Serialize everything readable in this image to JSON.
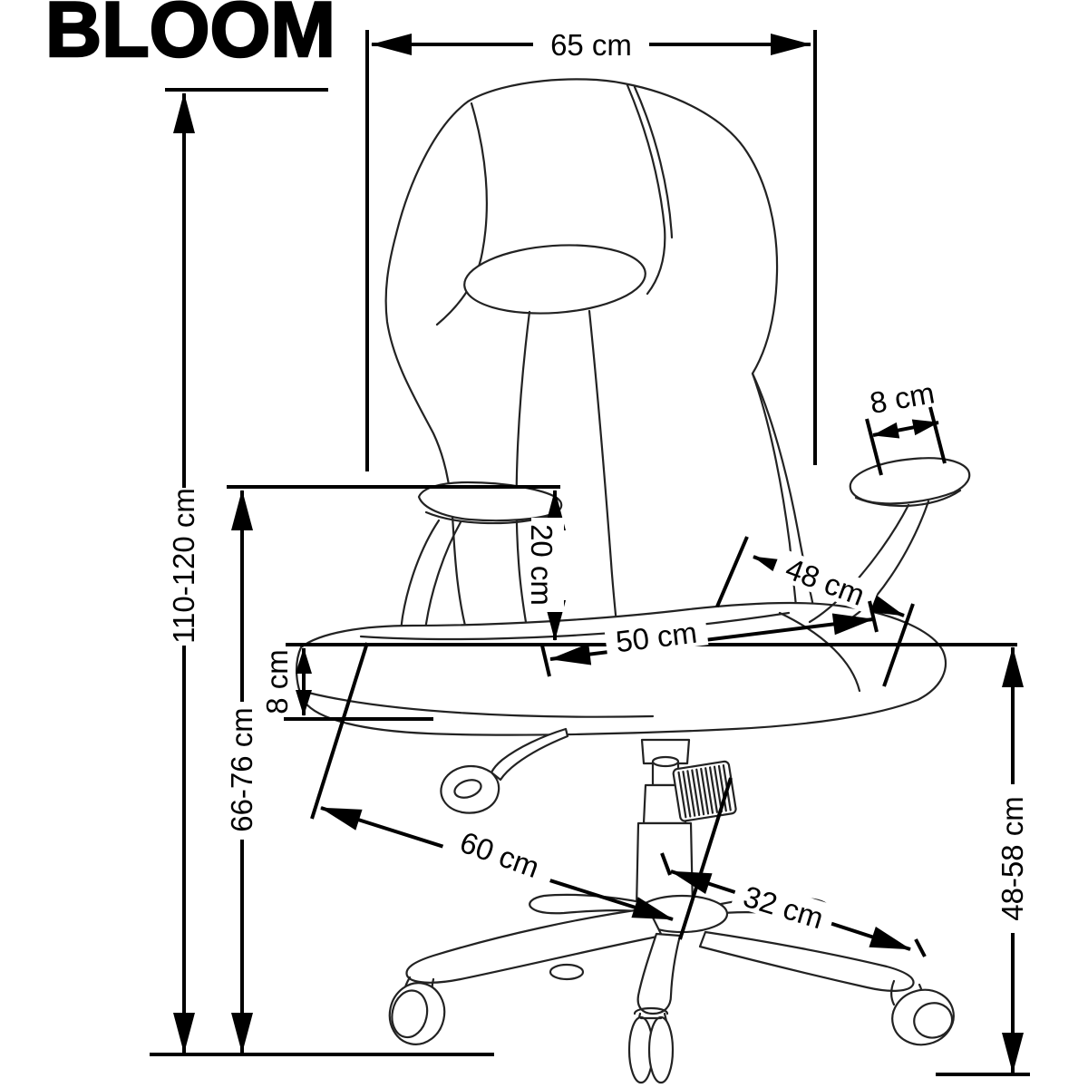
{
  "product": {
    "name": "BLOOM"
  },
  "dims": {
    "top_width": {
      "label": "65 cm"
    },
    "total_height": {
      "label": "110-120 cm"
    },
    "backrest_height": {
      "label": "66-76 cm"
    },
    "armrest_above_seat": {
      "label": "20 cm"
    },
    "seat_thickness": {
      "label": "8 cm"
    },
    "armrest_pad_width": {
      "label": "8 cm"
    },
    "backrest_lower_width": {
      "label": "48 cm"
    },
    "seat_width": {
      "label": "50 cm"
    },
    "base_diameter": {
      "label": "60 cm"
    },
    "base_arm_length": {
      "label": "32 cm"
    },
    "seat_height_range": {
      "label": "48-58 cm"
    }
  },
  "colors": {
    "background": "#ffffff",
    "dimension_ink": "#000000",
    "drawing_line": "#222222"
  }
}
